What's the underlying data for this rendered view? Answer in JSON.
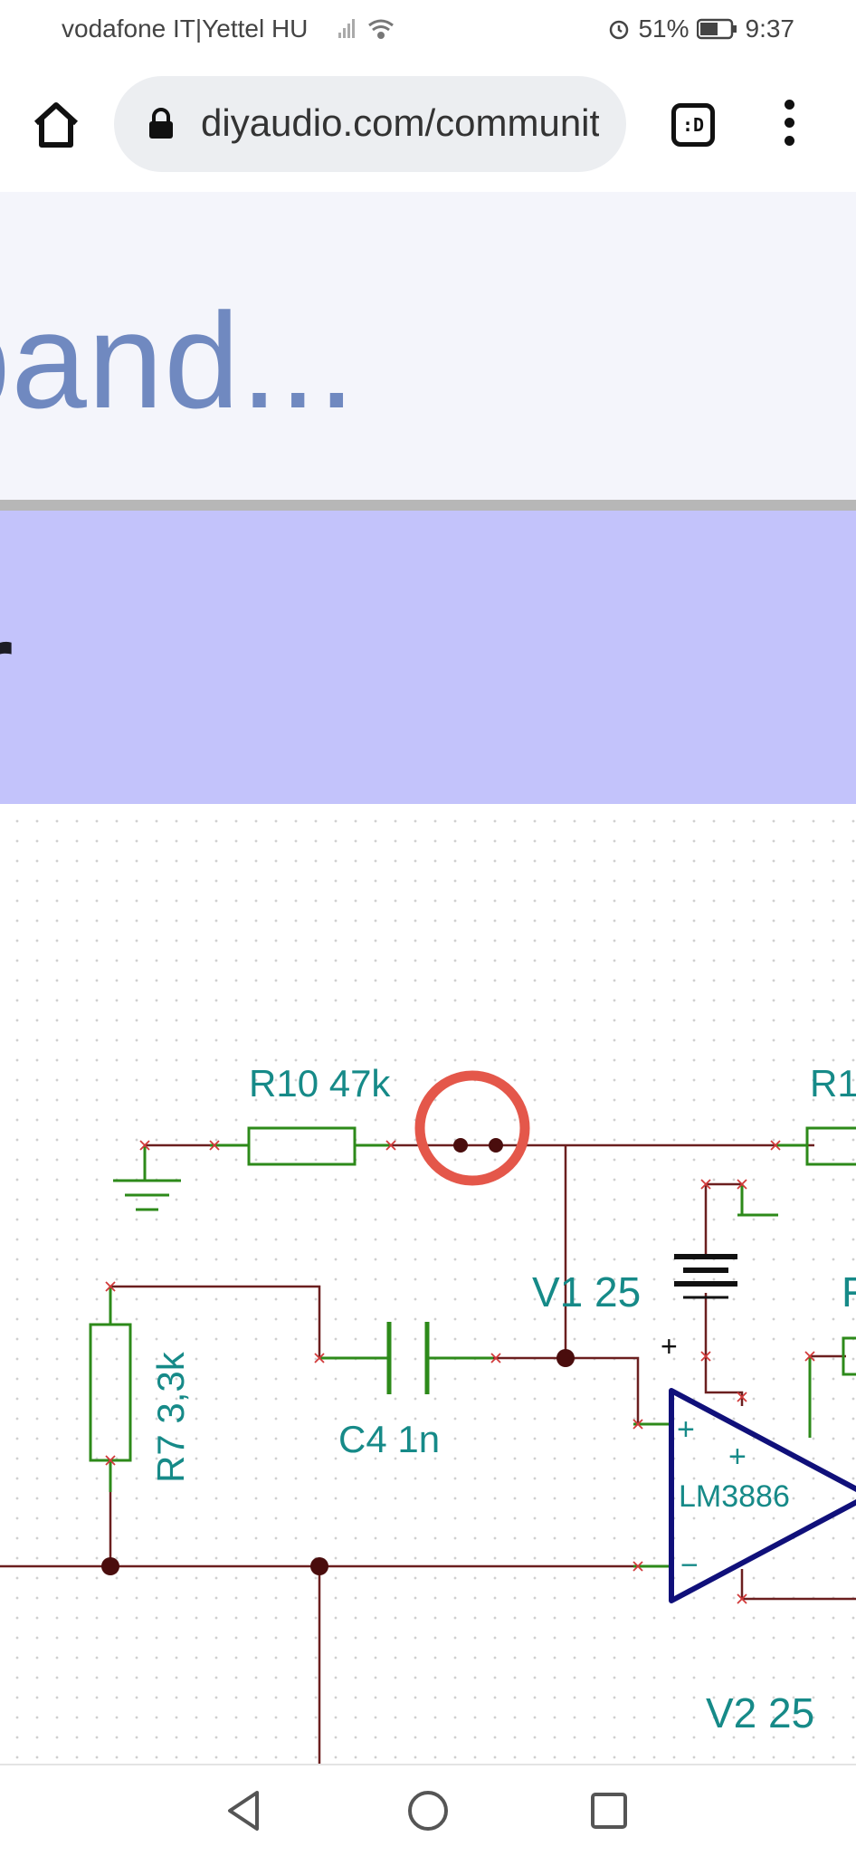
{
  "status_bar": {
    "carrier": "vodafone IT|Yettel HU",
    "battery": "51%",
    "time": "9:37",
    "icons": [
      "signal-icon",
      "wifi-icon",
      "alarm-icon",
      "battery-icon"
    ]
  },
  "browser": {
    "url": "diyaudio.com/communit",
    "tab_label": ":D",
    "icons": [
      "home-icon",
      "lock-icon",
      "tab-switcher-icon",
      "more-vert-icon"
    ]
  },
  "page": {
    "banner_title": "band...",
    "section_title": "r"
  },
  "schematic": {
    "labels": {
      "r10": "R10 47k",
      "r1": "R1",
      "v1": "V1 25",
      "r7": "R7 3,3k",
      "c4": "C4 1n",
      "opamp": "LM3886",
      "v2": "V2 25",
      "r_partial": "F",
      "plus_sign": "+",
      "in_plus": "+",
      "in_plus2": "+",
      "in_minus": "−"
    },
    "colors": {
      "wire": "#6b1f1f",
      "component": "#2d8a1a",
      "label": "#168a88",
      "opamp": "#10107a",
      "highlight": "#e4574a",
      "node": "#4a0d0d"
    }
  },
  "nav_bar": {
    "icons": [
      "back-icon",
      "home-circle-icon",
      "recents-icon"
    ]
  }
}
